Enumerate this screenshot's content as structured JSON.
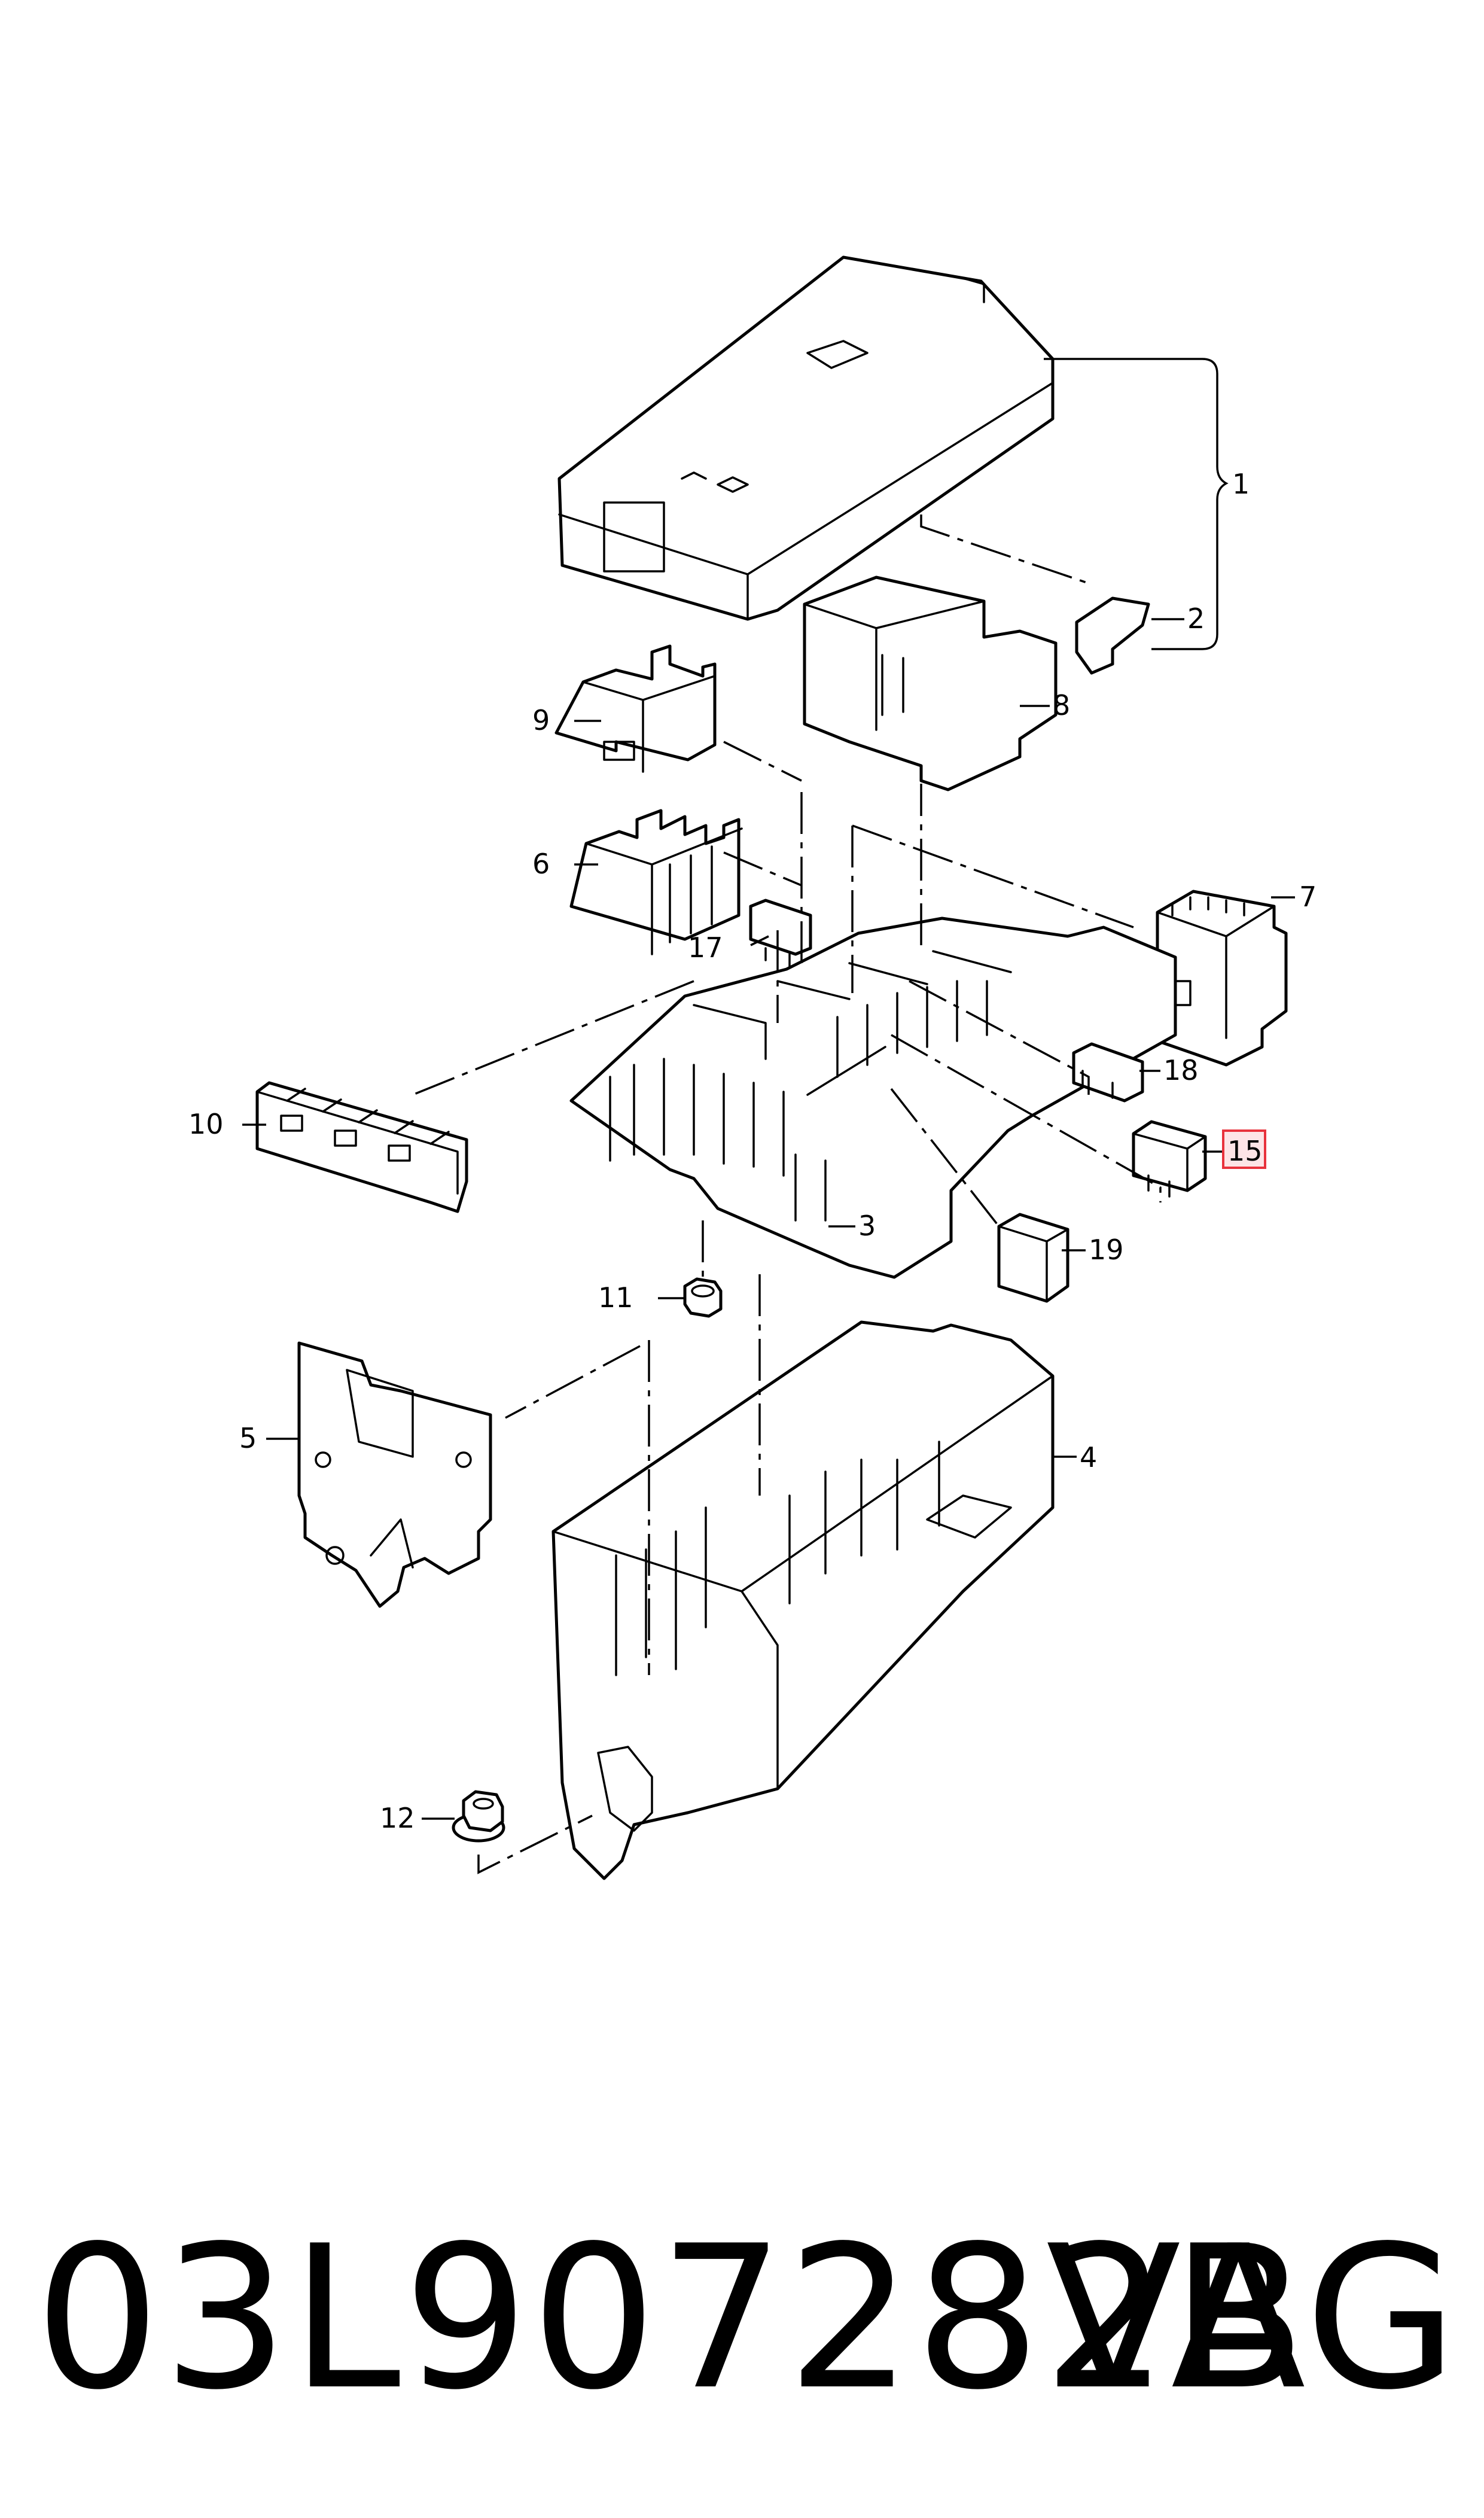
{
  "callouts": {
    "c1": "1",
    "c2": "2",
    "c3": "3",
    "c4": "4",
    "c5": "5",
    "c6": "6",
    "c7": "7",
    "c8": "8",
    "c9": "9",
    "c10": "10",
    "c11": "11",
    "c12": "12",
    "c15": "15",
    "c17": "17",
    "c18": "18",
    "c19": "19"
  },
  "highlight_callout": "15",
  "highlight_color": "#e8323c",
  "highlight_fill": "#fde4e6",
  "part_number": "03L907282B",
  "brand": "VAG"
}
